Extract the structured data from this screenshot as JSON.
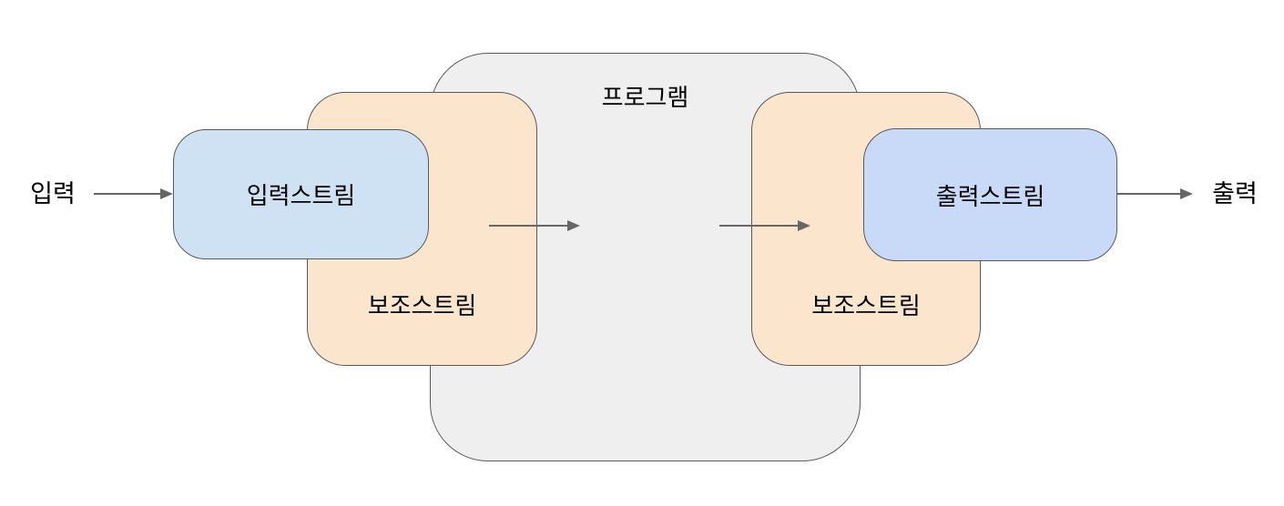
{
  "diagram": {
    "program": {
      "label": "프로그램",
      "fill": "#efefef"
    },
    "aux_stream_left": {
      "label": "보조스트림",
      "fill": "#fce5cd"
    },
    "aux_stream_right": {
      "label": "보조스트림",
      "fill": "#fce5cd"
    },
    "input_stream": {
      "label": "입력스트림",
      "fill": "#cfe2f3"
    },
    "output_stream": {
      "label": "출력스트림",
      "fill": "#c9daf8"
    },
    "external": {
      "input_label": "입력",
      "output_label": "출력"
    },
    "arrows": [
      {
        "name": "input-arrow",
        "from": "입력",
        "to": "입력스트림",
        "direction": "right"
      },
      {
        "name": "stream-arrow-left",
        "from": "보조스트림",
        "to": "프로그램",
        "direction": "right"
      },
      {
        "name": "stream-arrow-right",
        "from": "프로그램",
        "to": "보조스트림",
        "direction": "right"
      },
      {
        "name": "output-arrow",
        "from": "출력스트림",
        "to": "출력",
        "direction": "right"
      }
    ],
    "colors": {
      "border": "#595959",
      "arrow": "#666666",
      "text": "#000000",
      "background": "#ffffff"
    }
  }
}
